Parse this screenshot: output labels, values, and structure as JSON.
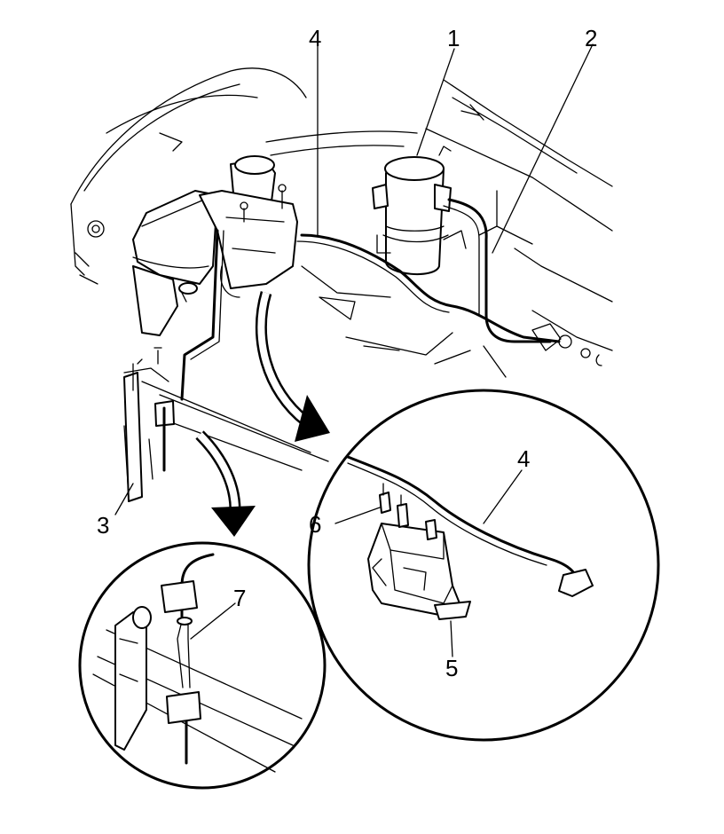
{
  "callouts": {
    "c1": "1",
    "c2": "2",
    "c3": "3",
    "c4": "4",
    "c4b": "4",
    "c5": "5",
    "c6": "6",
    "c7": "7"
  },
  "colors": {
    "line": "#000000",
    "background": "#ffffff"
  }
}
